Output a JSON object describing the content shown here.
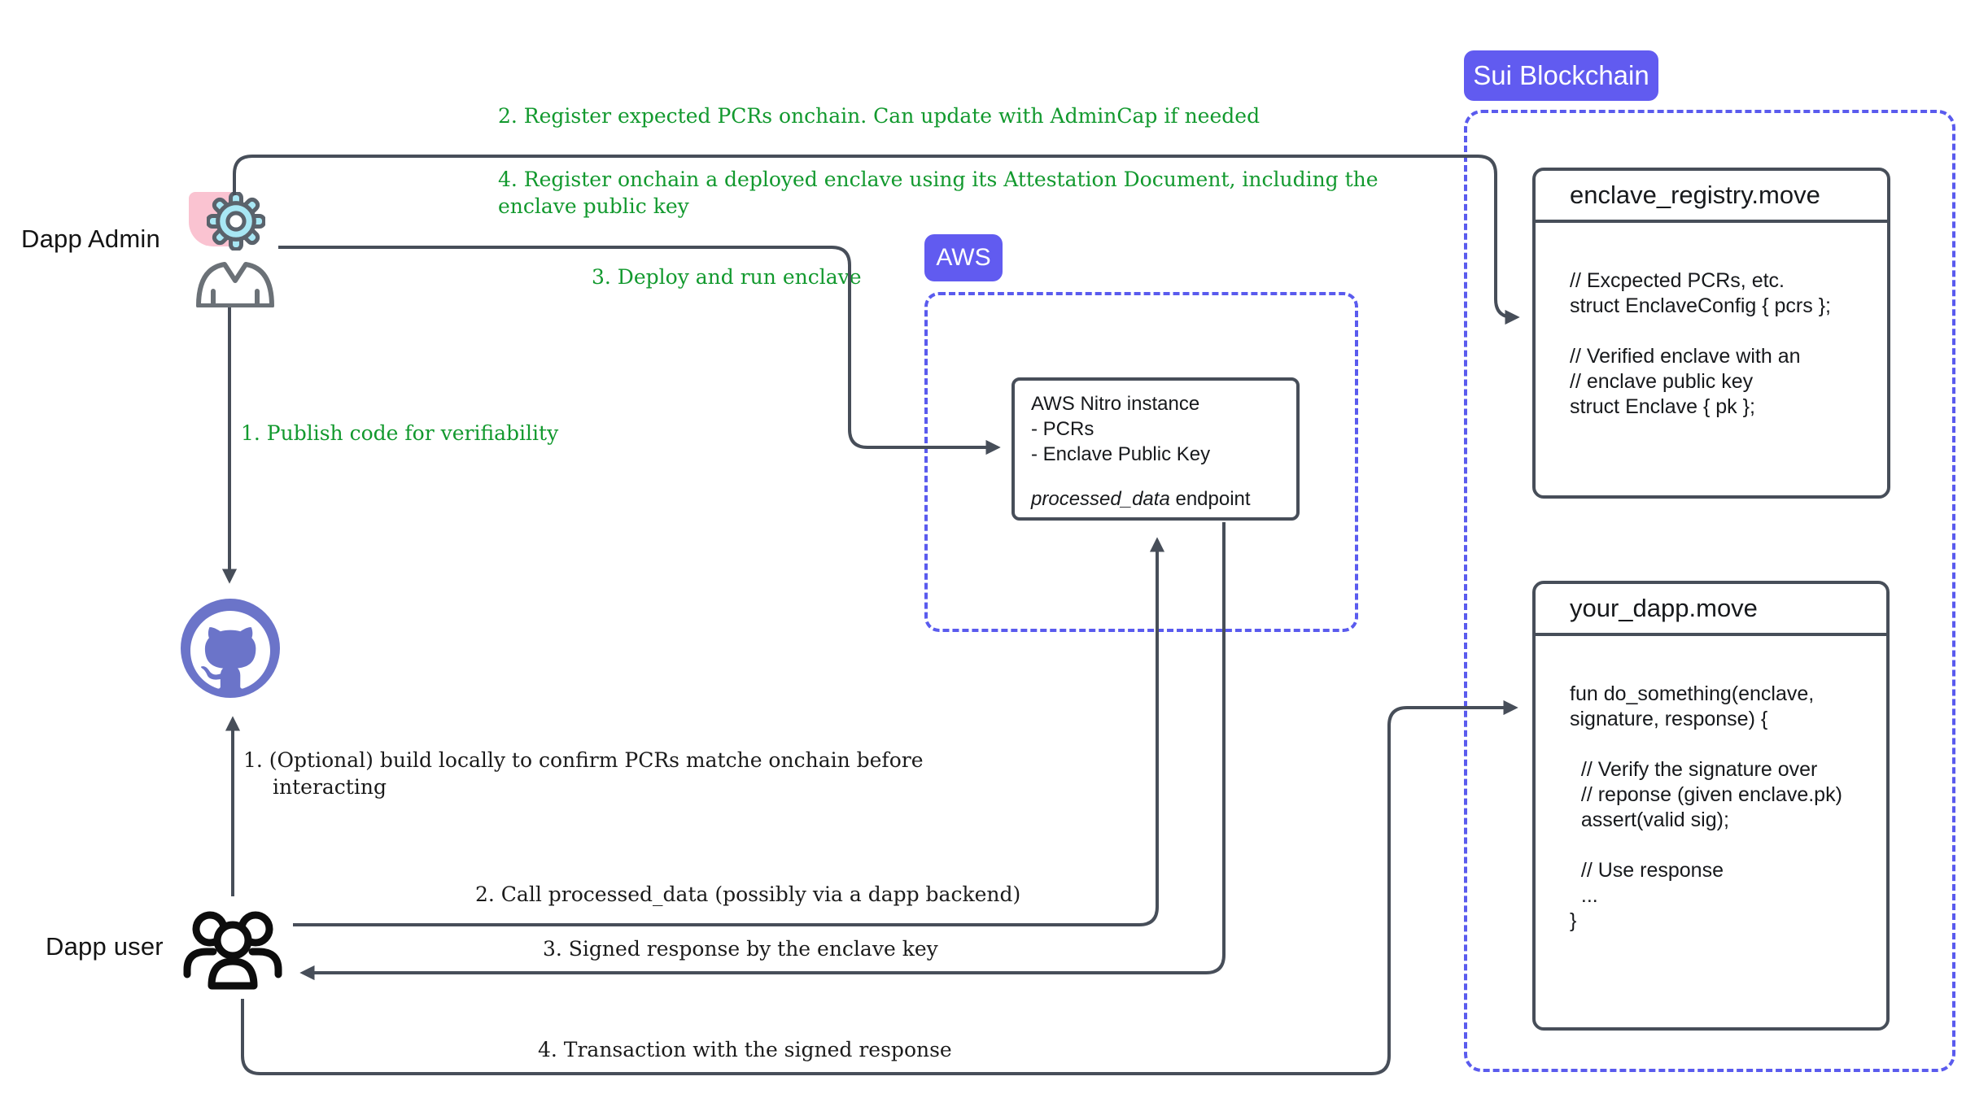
{
  "actors": {
    "admin": {
      "label": "Dapp Admin"
    },
    "user": {
      "label": "Dapp user"
    }
  },
  "annotations": {
    "green": {
      "publish": "1. Publish code for verifiability",
      "register_pcrs": "2. Register expected PCRs onchain. Can update with AdminCap if needed",
      "deploy": "3. Deploy and run enclave",
      "register_enclave_line1": "4. Register onchain a deployed enclave using its Attestation Document, including the",
      "register_enclave_line2": "enclave public key"
    },
    "black": {
      "build_line1": "1. (Optional) build locally to confirm PCRs matche onchain before",
      "build_line2": "interacting",
      "call": "2. Call processed_data (possibly via a dapp backend)",
      "signed": "3. Signed response by the enclave key",
      "transaction": "4. Transaction with the signed response"
    }
  },
  "aws": {
    "tag": "AWS",
    "nitro": {
      "line1": "AWS Nitro instance",
      "line2": "- PCRs",
      "line3": "- Enclave Public Key",
      "endpoint_italic": "processed_data",
      "endpoint_rest": " endpoint"
    }
  },
  "sui": {
    "tag": "Sui Blockchain",
    "enclave_registry": {
      "title": "enclave_registry.move",
      "lines": [
        "// Excpected PCRs, etc.",
        "struct EnclaveConfig { pcrs };",
        "",
        "// Verified enclave with an",
        "// enclave public key",
        "struct Enclave { pk };"
      ]
    },
    "your_dapp": {
      "title": "your_dapp.move",
      "lines": [
        "fun do_something(enclave,",
        "signature, response) {",
        "",
        "  // Verify the signature over",
        "  // reponse (given enclave.pk)",
        "  assert(valid sig);",
        "",
        "  // Use response",
        "  ...",
        "}"
      ]
    }
  },
  "colors": {
    "accent_purple": "#615BF0",
    "dashed_border": "#5A5BEE",
    "annotation_green": "#12992E",
    "wire_gray": "#474E59",
    "github_purple": "#6B74C9",
    "gear_cyan": "#A8E7F4",
    "chip_pink": "#FAC3D1"
  }
}
